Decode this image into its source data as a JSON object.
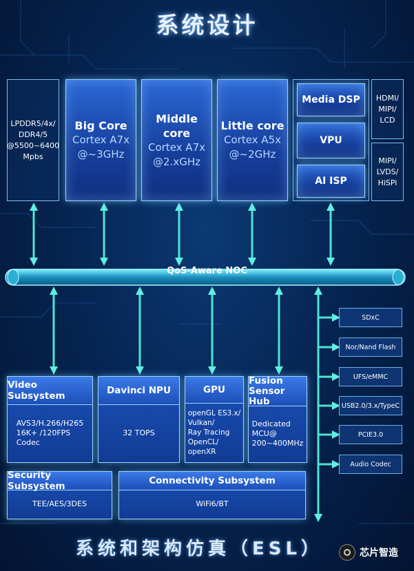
{
  "title": "系统设计",
  "footer": "系统和架构仿真（ESL）",
  "watermark": "芯片智造",
  "memory": "LPDDR5/4x/\nDDR4/5\n@5500~6400\nMpbs",
  "cpus": [
    {
      "name": "Big Core",
      "core": "Cortex A7x",
      "freq": "@~3GHz"
    },
    {
      "name": "Middle core",
      "core": "Cortex A7x",
      "freq": "@2.xGHz"
    },
    {
      "name": "Little core",
      "core": "Cortex A5x",
      "freq": "@~2GHz"
    }
  ],
  "media": {
    "dsp": "Media DSP",
    "vpu": "VPU",
    "isp": "AI ISP"
  },
  "display": {
    "hdmi": "HDMI/\nMIPI/\nLCD",
    "mipi": "MIPI/\nLVDS/\nHiSPi"
  },
  "noc": "QoS-Aware NOC",
  "subsystems": {
    "video": {
      "title": "Video Subsystem",
      "body": "AVS3/H.266/H265\n16K+ /120FPS\nCodec"
    },
    "npu": {
      "title": "Davinci NPU",
      "body": "32 TOPS"
    },
    "gpu": {
      "title": "GPU",
      "body": "openGL ES3.x/\nVulkan/\nRay Tracing\nOpenCL/\nopenXR"
    },
    "sensor": {
      "title": "Fusion\nSensor Hub",
      "body": "Dedicated\nMCU@\n200~400MHz"
    },
    "security": {
      "title": "Security Subsystem",
      "body": "TEE/AES/3DES"
    },
    "connectivity": {
      "title": "Connectivity Subsystem",
      "body": "WiFi6/BT"
    }
  },
  "peripherals": [
    "SDxC",
    "Nor/Nand Flash",
    "UFS/eMMC",
    "USB2.0/3.x/TypeC",
    "PCIE3.0",
    "Audio Codec"
  ],
  "colors": {
    "background": "#062553",
    "box_fill": "#1d4fb8",
    "glow": "#9bd7ff",
    "arrow": "#4fe3d3"
  }
}
